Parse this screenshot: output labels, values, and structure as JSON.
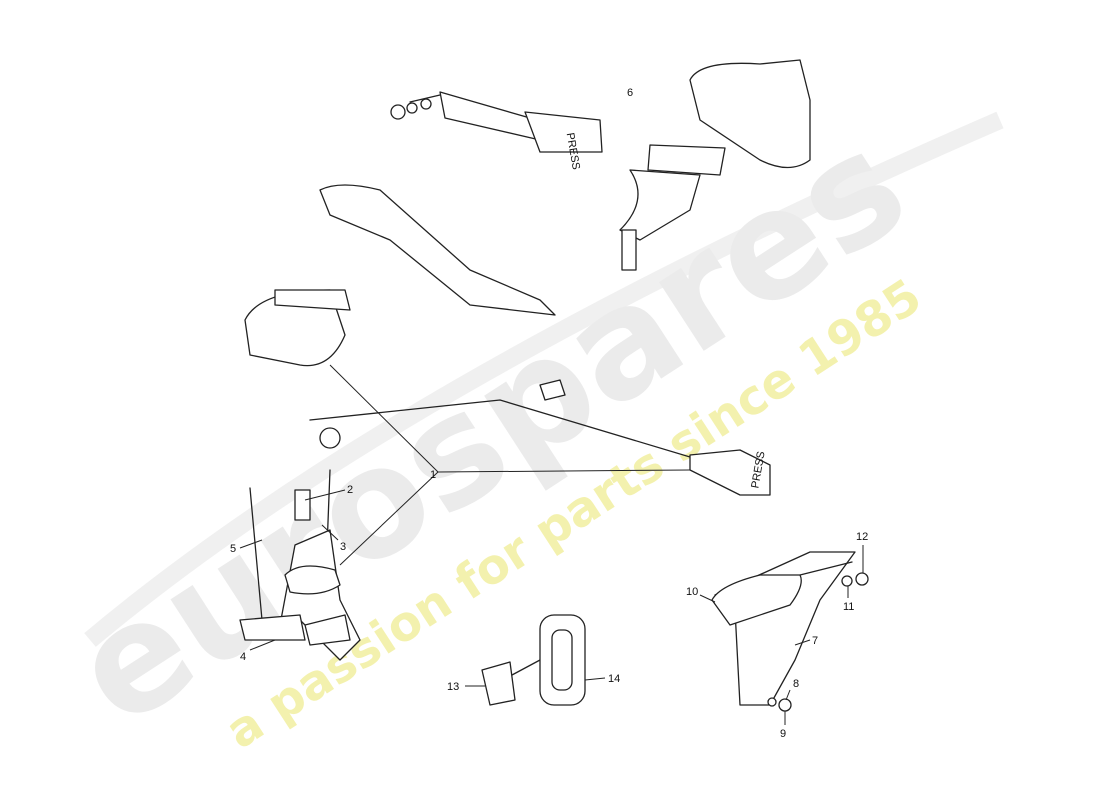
{
  "diagram": {
    "watermark": {
      "brand": "eurospares",
      "tagline": "a passion for parts since 1985",
      "brand_color": "#e6e6e6",
      "tagline_color": "#f3f0a0"
    },
    "buckle_text": "PRESS",
    "callouts": [
      {
        "id": "1",
        "label": "1"
      },
      {
        "id": "2",
        "label": "2"
      },
      {
        "id": "3",
        "label": "3"
      },
      {
        "id": "4",
        "label": "4"
      },
      {
        "id": "5",
        "label": "5"
      },
      {
        "id": "6",
        "label": "6"
      },
      {
        "id": "7",
        "label": "7"
      },
      {
        "id": "8",
        "label": "8"
      },
      {
        "id": "9",
        "label": "9"
      },
      {
        "id": "10",
        "label": "10"
      },
      {
        "id": "11",
        "label": "11"
      },
      {
        "id": "12",
        "label": "12"
      },
      {
        "id": "13",
        "label": "13"
      },
      {
        "id": "14",
        "label": "14"
      }
    ]
  }
}
